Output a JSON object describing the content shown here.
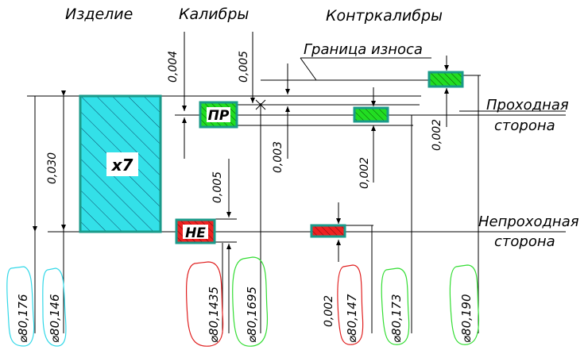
{
  "headers": {
    "part": "Изделие",
    "gauges": "Калибры",
    "counter_gauges": "Контркалибры",
    "wear_limit": "Граница износа"
  },
  "sides": {
    "go_line1": "Проходная",
    "go_line2": "сторона",
    "nogo_line1": "Непроходная",
    "nogo_line2": "сторона"
  },
  "labels": {
    "part_fit": "x7",
    "go_gauge": "ПР",
    "nogo_gauge": "НЕ"
  },
  "tolerances": {
    "wear": "0,004",
    "wear_counter": "0,005",
    "part_field": "0,030",
    "go_field": "0,003",
    "nogo_field": "0,005",
    "counter_go": "0,002",
    "counter_wear": "0,002",
    "counter_nogo": "0,002"
  },
  "diameters": {
    "d176": "⌀80,176",
    "d146": "⌀80,146",
    "d1435": "⌀80,1435",
    "d1695": "⌀80,1695",
    "d147": "⌀80,147",
    "d173": "⌀80,173",
    "d190": "⌀80,190"
  },
  "colors": {
    "part_fill": "#33e0e8",
    "frame": "#1a9a8a",
    "go_fill": "#22dd22",
    "nogo_fill": "#ee2222",
    "outline_cyan": "#33d8e8",
    "outline_red": "#e02020",
    "outline_green": "#33dd33"
  }
}
